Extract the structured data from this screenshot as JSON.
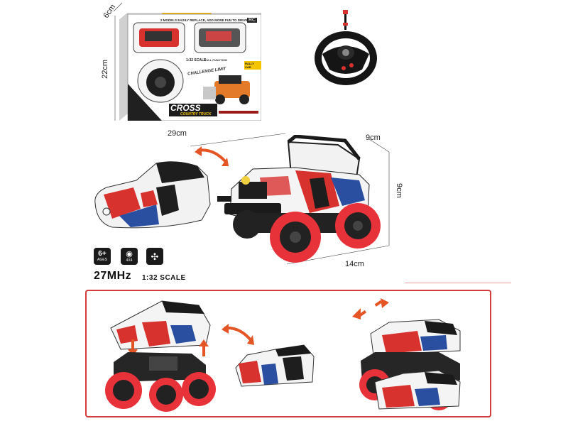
{
  "dimensions": {
    "box_depth": "6cm",
    "box_height": "22cm",
    "car_length": "29cm",
    "car_width": "9cm",
    "car_height": "9cm",
    "car_depth": "14cm"
  },
  "package": {
    "badge": "RC",
    "tagline": "2 MODELS EASILY REPLACE, ADD MORE FUN TO DRIVE",
    "scale": "1:32 SCALE",
    "slogan": "CHALLENGE LIMIT",
    "feature": "FULL FUNCTION",
    "brand_tag": "RALLY CAR",
    "logo_text": "CROSS",
    "logo_sub": "COUNTRY TRUCK"
  },
  "badges": {
    "age": "6+",
    "age_sub": "AGES",
    "drive": "4X4"
  },
  "specs": {
    "frequency": "27MHz",
    "scale": "1:32 SCALE"
  },
  "colors": {
    "frame": "#d63a3a",
    "tire": "#e8323a",
    "body_red": "#d8322f",
    "body_blue": "#2a4fa0",
    "dark": "#1a1a1a"
  }
}
